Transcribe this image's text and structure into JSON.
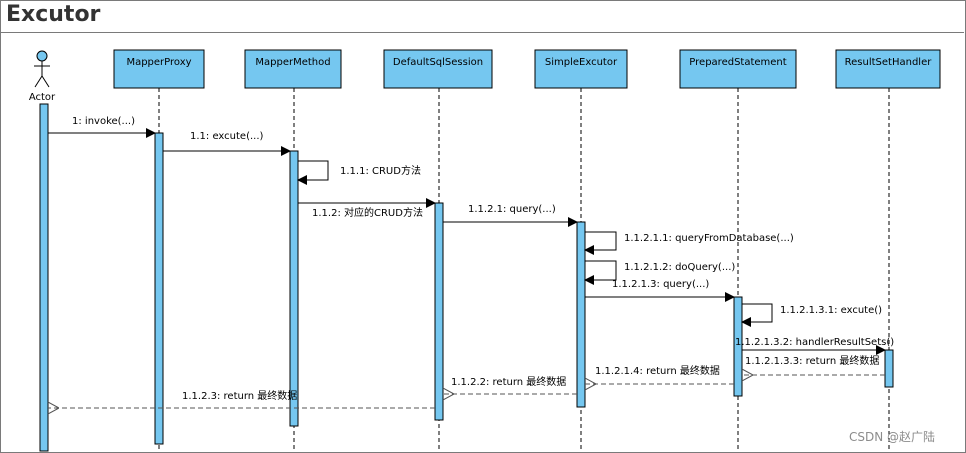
{
  "title": "Excutor",
  "actor": {
    "label": "Actor"
  },
  "participants": [
    "MapperProxy",
    "MapperMethod",
    "DefaultSqlSession",
    "SimpleExcutor",
    "PreparedStatement",
    "ResultSetHandler"
  ],
  "messages": [
    {
      "label": "1: invoke(...)",
      "kind": "call"
    },
    {
      "label": "1.1: excute(...)",
      "kind": "call"
    },
    {
      "label": "1.1.1: CRUD方法",
      "kind": "self"
    },
    {
      "label": "1.1.2: 对应的CRUD方法",
      "kind": "call"
    },
    {
      "label": "1.1.2.1: query(...)",
      "kind": "call"
    },
    {
      "label": "1.1.2.1.1: queryFromDatabase(...)",
      "kind": "self"
    },
    {
      "label": "1.1.2.1.2: doQuery(...)",
      "kind": "self"
    },
    {
      "label": "1.1.2.1.3: query(...)",
      "kind": "call"
    },
    {
      "label": "1.1.2.1.3.1: excute()",
      "kind": "self"
    },
    {
      "label": "1.1.2.1.3.2: handlerResultSets()",
      "kind": "call"
    },
    {
      "label": "1.1.2.1.3.3: return 最终数据",
      "kind": "return"
    },
    {
      "label": "1.1.2.1.4: return 最终数据",
      "kind": "return"
    },
    {
      "label": "1.1.2.2: return 最终数据",
      "kind": "return"
    },
    {
      "label": "1.1.2.3: return 最终数据",
      "kind": "return"
    }
  ],
  "watermark": "CSDN @赵广陆",
  "colors": {
    "box_fill": "#75c7f0",
    "activation_fill": "#75c7f0",
    "line": "#000000",
    "return_line": "#555555"
  }
}
